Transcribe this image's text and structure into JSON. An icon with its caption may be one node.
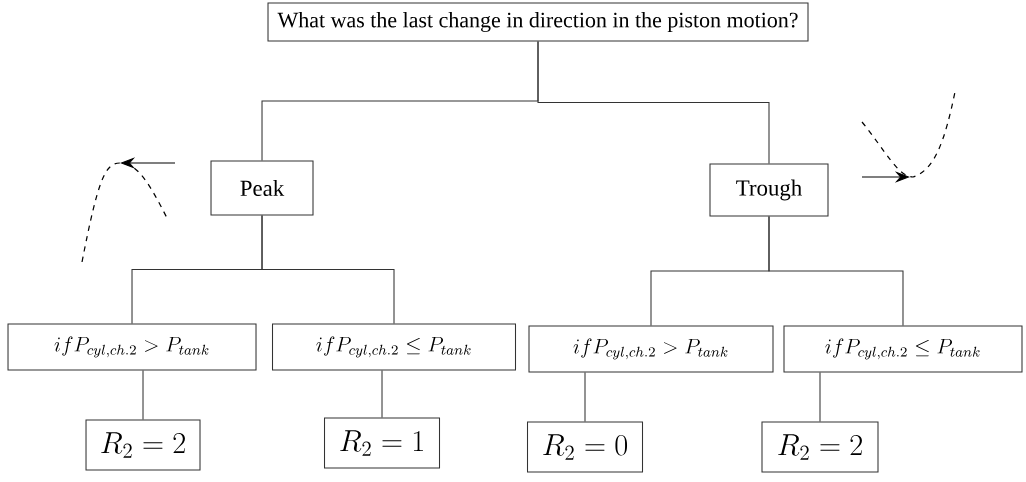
{
  "diagram": {
    "nodes": [
      {
        "text": [
          "What was the last change in direction in the piston motion?"
        ]
      },
      {
        "text": [
          "Peak"
        ]
      },
      {
        "text": [
          "Trough"
        ]
      },
      {
        "text": [
          "if P_{cyl,ch.2} > P_{tank}"
        ]
      },
      {
        "text": [
          "if P_{cyl,ch.2} \\leq P_{tank}"
        ]
      },
      {
        "text": [
          "if P_{cyl,ch.2} > P_{tank}"
        ]
      },
      {
        "text": [
          "if P_{cyl,ch.2} \\leq P_{tank}"
        ]
      },
      {
        "text": [
          "R_2 = 2"
        ]
      },
      {
        "text": [
          "R_2 = 1"
        ]
      },
      {
        "text": [
          "R_2 = 0"
        ]
      },
      {
        "text": [
          "R_2 = 2"
        ]
      }
    ],
    "edges": [
      {
        "from": 0,
        "to": 1,
        "arrow": "none"
      },
      {
        "from": 0,
        "to": 2,
        "arrow": "none"
      },
      {
        "from": 1,
        "to": 3,
        "arrow": "none"
      },
      {
        "from": 1,
        "to": 4,
        "arrow": "none"
      },
      {
        "from": 2,
        "to": 5,
        "arrow": "none"
      },
      {
        "from": 2,
        "to": 6,
        "arrow": "none"
      },
      {
        "from": 3,
        "to": 7,
        "arrow": "none"
      },
      {
        "from": 4,
        "to": 8,
        "arrow": "none"
      },
      {
        "from": 5,
        "to": 9,
        "arrow": "none"
      },
      {
        "from": 6,
        "to": 10,
        "arrow": "none"
      }
    ]
  }
}
